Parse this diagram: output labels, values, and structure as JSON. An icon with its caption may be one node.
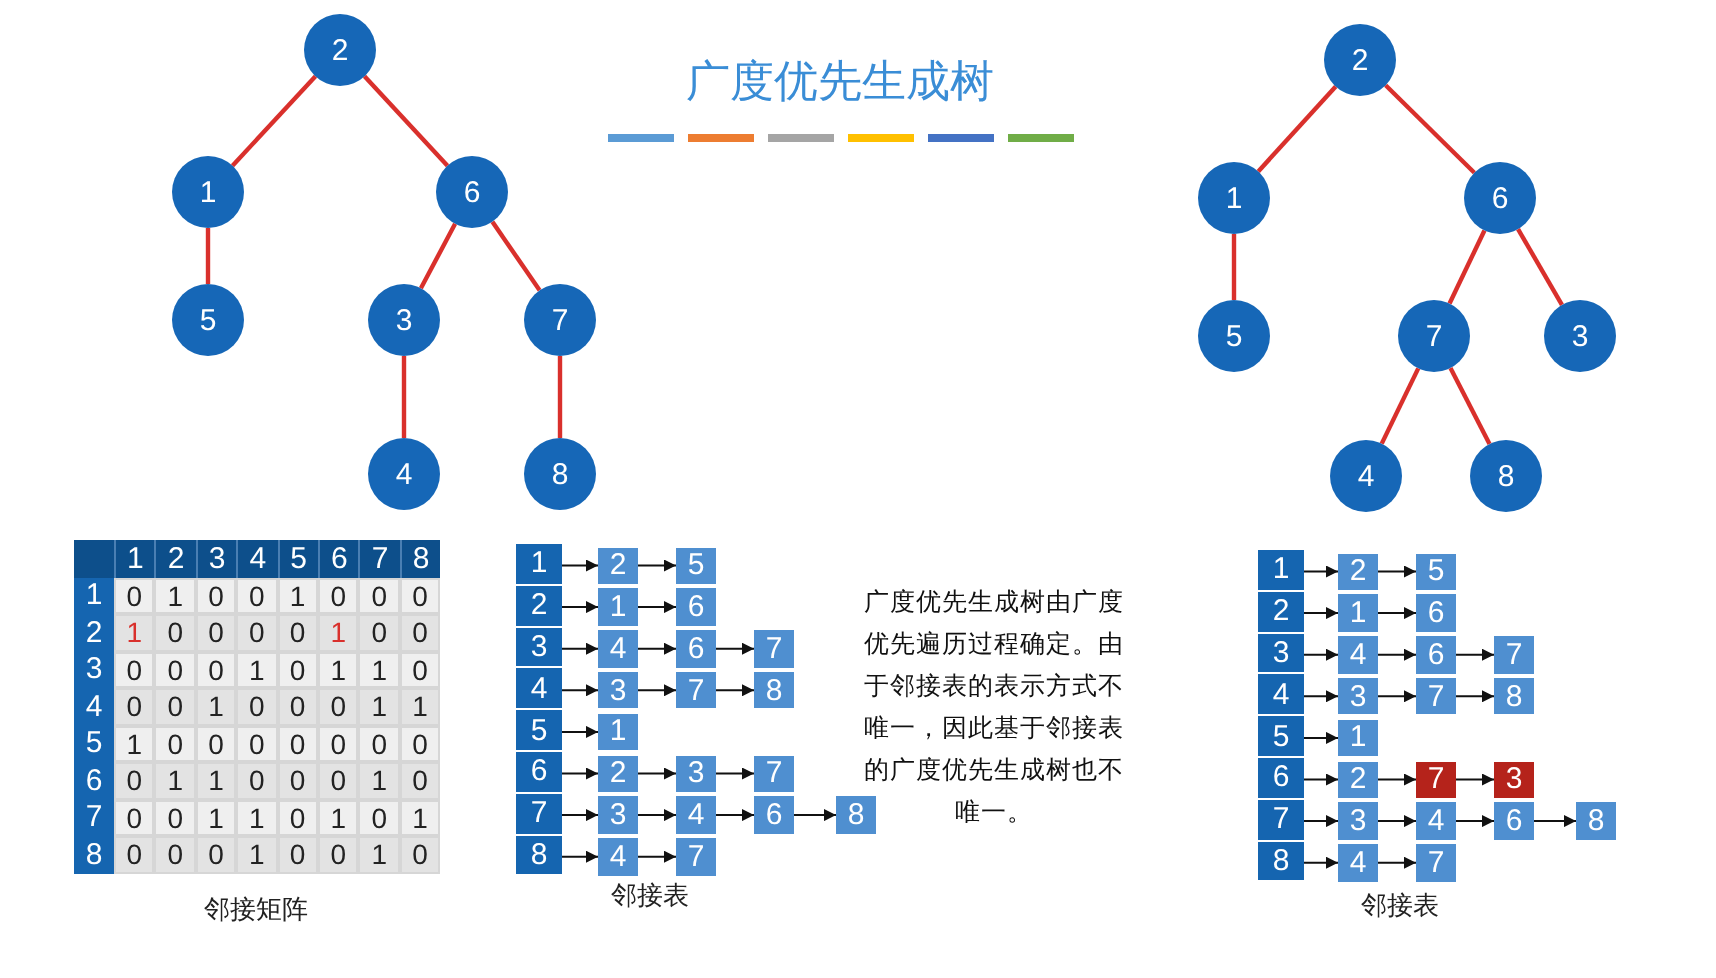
{
  "diagram": {
    "title": "广度优先生成树",
    "nodes": [
      {
        "text": [
          "2"
        ]
      },
      {
        "text": [
          "1"
        ]
      },
      {
        "text": [
          "6"
        ]
      },
      {
        "text": [
          "5"
        ]
      },
      {
        "text": [
          "3"
        ]
      },
      {
        "text": [
          "7"
        ]
      },
      {
        "text": [
          "4"
        ]
      },
      {
        "text": [
          "8"
        ]
      },
      {
        "text": [
          "2"
        ]
      },
      {
        "text": [
          "1"
        ]
      },
      {
        "text": [
          "6"
        ]
      },
      {
        "text": [
          "5"
        ]
      },
      {
        "text": [
          "7"
        ]
      },
      {
        "text": [
          "3"
        ]
      },
      {
        "text": [
          "4"
        ]
      },
      {
        "text": [
          "8"
        ]
      },
      {
        "text": [
          "1"
        ]
      },
      {
        "text": [
          "2"
        ]
      },
      {
        "text": [
          "5"
        ]
      },
      {
        "text": [
          "2"
        ]
      },
      {
        "text": [
          "1"
        ]
      },
      {
        "text": [
          "6"
        ]
      },
      {
        "text": [
          "3"
        ]
      },
      {
        "text": [
          "4"
        ]
      },
      {
        "text": [
          "6"
        ]
      },
      {
        "text": [
          "7"
        ]
      },
      {
        "text": [
          "4"
        ]
      },
      {
        "text": [
          "3"
        ]
      },
      {
        "text": [
          "7"
        ]
      },
      {
        "text": [
          "8"
        ]
      },
      {
        "text": [
          "5"
        ]
      },
      {
        "text": [
          "1"
        ]
      },
      {
        "text": [
          "6"
        ]
      },
      {
        "text": [
          "2"
        ]
      },
      {
        "text": [
          "3"
        ]
      },
      {
        "text": [
          "7"
        ]
      },
      {
        "text": [
          "7"
        ]
      },
      {
        "text": [
          "3"
        ]
      },
      {
        "text": [
          "4"
        ]
      },
      {
        "text": [
          "6"
        ]
      },
      {
        "text": [
          "8"
        ]
      },
      {
        "text": [
          "8"
        ]
      },
      {
        "text": [
          "4"
        ]
      },
      {
        "text": [
          "7"
        ]
      },
      {
        "text": [
          "1"
        ]
      },
      {
        "text": [
          "2"
        ]
      },
      {
        "text": [
          "5"
        ]
      },
      {
        "text": [
          "2"
        ]
      },
      {
        "text": [
          "1"
        ]
      },
      {
        "text": [
          "6"
        ]
      },
      {
        "text": [
          "3"
        ]
      },
      {
        "text": [
          "4"
        ]
      },
      {
        "text": [
          "6"
        ]
      },
      {
        "text": [
          "7"
        ]
      },
      {
        "text": [
          "4"
        ]
      },
      {
        "text": [
          "3"
        ]
      },
      {
        "text": [
          "7"
        ]
      },
      {
        "text": [
          "8"
        ]
      },
      {
        "text": [
          "5"
        ]
      },
      {
        "text": [
          "1"
        ]
      },
      {
        "text": [
          "6"
        ]
      },
      {
        "text": [
          "2"
        ]
      },
      {
        "text": [
          "7"
        ]
      },
      {
        "text": [
          "3"
        ]
      },
      {
        "text": [
          "7"
        ]
      },
      {
        "text": [
          "3"
        ]
      },
      {
        "text": [
          "4"
        ]
      },
      {
        "text": [
          "6"
        ]
      },
      {
        "text": [
          "8"
        ]
      },
      {
        "text": [
          "8"
        ]
      },
      {
        "text": [
          "4"
        ]
      },
      {
        "text": [
          "7"
        ]
      }
    ],
    "edges": [
      {
        "from": 0,
        "to": 1,
        "arrow": "none",
        "color": "#d9302c"
      },
      {
        "from": 0,
        "to": 2,
        "arrow": "none",
        "color": "#d9302c"
      },
      {
        "from": 1,
        "to": 3,
        "arrow": "none",
        "color": "#d9302c"
      },
      {
        "from": 2,
        "to": 4,
        "arrow": "none",
        "color": "#d9302c"
      },
      {
        "from": 2,
        "to": 5,
        "arrow": "none",
        "color": "#d9302c"
      },
      {
        "from": 4,
        "to": 6,
        "arrow": "none",
        "color": "#d9302c"
      },
      {
        "from": 5,
        "to": 7,
        "arrow": "none",
        "color": "#d9302c"
      },
      {
        "from": 8,
        "to": 9,
        "arrow": "none",
        "color": "#d9302c"
      },
      {
        "from": 8,
        "to": 10,
        "arrow": "none",
        "color": "#d9302c"
      },
      {
        "from": 9,
        "to": 11,
        "arrow": "none",
        "color": "#d9302c"
      },
      {
        "from": 10,
        "to": 12,
        "arrow": "none",
        "color": "#d9302c"
      },
      {
        "from": 10,
        "to": 13,
        "arrow": "none",
        "color": "#d9302c"
      },
      {
        "from": 12,
        "to": 14,
        "arrow": "none",
        "color": "#d9302c"
      },
      {
        "from": 12,
        "to": 15,
        "arrow": "none",
        "color": "#d9302c"
      },
      {
        "from": 16,
        "to": 17,
        "arrow": "to"
      },
      {
        "from": 17,
        "to": 18,
        "arrow": "to"
      },
      {
        "from": 19,
        "to": 20,
        "arrow": "to"
      },
      {
        "from": 20,
        "to": 21,
        "arrow": "to"
      },
      {
        "from": 22,
        "to": 23,
        "arrow": "to"
      },
      {
        "from": 23,
        "to": 24,
        "arrow": "to"
      },
      {
        "from": 24,
        "to": 25,
        "arrow": "to"
      },
      {
        "from": 26,
        "to": 27,
        "arrow": "to"
      },
      {
        "from": 27,
        "to": 28,
        "arrow": "to"
      },
      {
        "from": 28,
        "to": 29,
        "arrow": "to"
      },
      {
        "from": 30,
        "to": 31,
        "arrow": "to"
      },
      {
        "from": 32,
        "to": 33,
        "arrow": "to"
      },
      {
        "from": 33,
        "to": 34,
        "arrow": "to"
      },
      {
        "from": 34,
        "to": 35,
        "arrow": "to"
      },
      {
        "from": 36,
        "to": 37,
        "arrow": "to"
      },
      {
        "from": 37,
        "to": 38,
        "arrow": "to"
      },
      {
        "from": 38,
        "to": 39,
        "arrow": "to"
      },
      {
        "from": 39,
        "to": 40,
        "arrow": "to"
      },
      {
        "from": 41,
        "to": 42,
        "arrow": "to"
      },
      {
        "from": 42,
        "to": 43,
        "arrow": "to"
      },
      {
        "from": 44,
        "to": 45,
        "arrow": "to"
      },
      {
        "from": 45,
        "to": 46,
        "arrow": "to"
      },
      {
        "from": 47,
        "to": 48,
        "arrow": "to"
      },
      {
        "from": 48,
        "to": 49,
        "arrow": "to"
      },
      {
        "from": 50,
        "to": 51,
        "arrow": "to"
      },
      {
        "from": 51,
        "to": 52,
        "arrow": "to"
      },
      {
        "from": 52,
        "to": 53,
        "arrow": "to"
      },
      {
        "from": 54,
        "to": 55,
        "arrow": "to"
      },
      {
        "from": 55,
        "to": 56,
        "arrow": "to"
      },
      {
        "from": 56,
        "to": 57,
        "arrow": "to"
      },
      {
        "from": 58,
        "to": 59,
        "arrow": "to"
      },
      {
        "from": 60,
        "to": 61,
        "arrow": "to"
      },
      {
        "from": 61,
        "to": 62,
        "arrow": "to"
      },
      {
        "from": 62,
        "to": 63,
        "arrow": "to"
      },
      {
        "from": 64,
        "to": 65,
        "arrow": "to"
      },
      {
        "from": 65,
        "to": 66,
        "arrow": "to"
      },
      {
        "from": 66,
        "to": 67,
        "arrow": "to"
      },
      {
        "from": 67,
        "to": 68,
        "arrow": "to"
      },
      {
        "from": 69,
        "to": 70,
        "arrow": "to"
      },
      {
        "from": 70,
        "to": 71,
        "arrow": "to"
      }
    ],
    "labels": [
      "1",
      "2",
      "3",
      "4",
      "5",
      "6",
      "7",
      "8",
      "1",
      "0",
      "1",
      "0",
      "0",
      "1",
      "0",
      "0",
      "0",
      "2",
      "1",
      "0",
      "0",
      "0",
      "0",
      "1",
      "0",
      "0",
      "3",
      "0",
      "0",
      "0",
      "1",
      "0",
      "1",
      "1",
      "0",
      "4",
      "0",
      "0",
      "1",
      "0",
      "0",
      "0",
      "1",
      "1",
      "5",
      "1",
      "0",
      "0",
      "0",
      "0",
      "0",
      "0",
      "0",
      "6",
      "0",
      "1",
      "1",
      "0",
      "0",
      "0",
      "1",
      "0",
      "7",
      "0",
      "0",
      "1",
      "1",
      "0",
      "1",
      "0",
      "1",
      "8",
      "0",
      "0",
      "0",
      "1",
      "0",
      "0",
      "1",
      "0",
      "邻接矩阵",
      "邻接表",
      "广度优先生成树由广度优先遍历过程确定。由于邻接表的表示方式不唯一，因此基于邻接表的广度优先生成树也不唯一。",
      "邻接表"
    ]
  }
}
